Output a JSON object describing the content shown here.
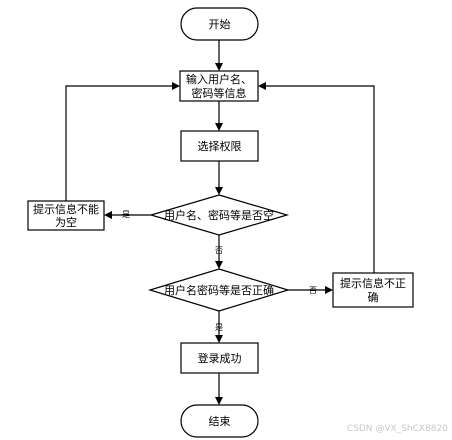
{
  "nodes": {
    "start": "开始",
    "input": [
      "输入用户名、",
      "密码等信息"
    ],
    "select_perm": "选择权限",
    "check_empty": "用户名、密码等是否空",
    "warn_empty": [
      "提示信息不能",
      "为空"
    ],
    "check_correct": "用户名密码等是否正确",
    "warn_incorrect": [
      "提示信息不正",
      "确"
    ],
    "login_ok": "登录成功",
    "end": "结束"
  },
  "edges": {
    "empty_yes": "是",
    "empty_no": "否",
    "correct_no": "否",
    "correct_yes": "是"
  },
  "watermark": "CSDN @VX_ShCX8820"
}
